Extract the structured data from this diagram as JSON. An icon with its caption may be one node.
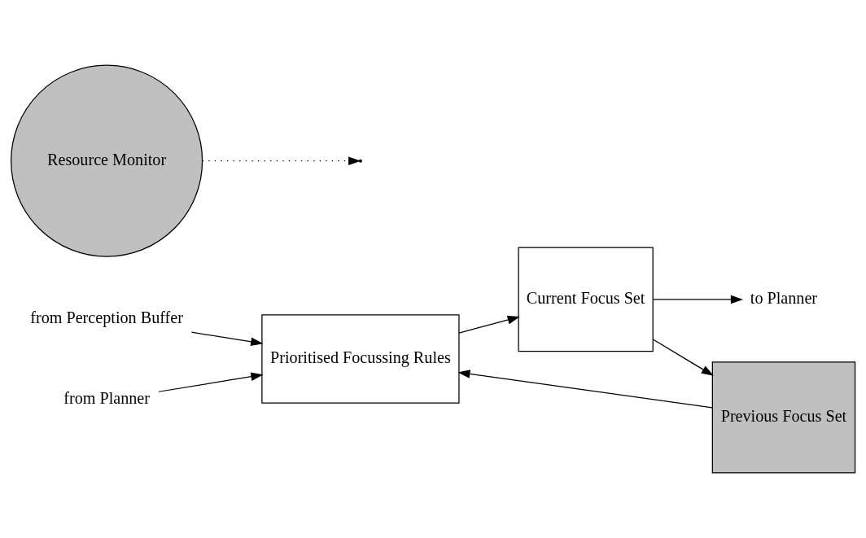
{
  "diagram": {
    "nodes": [
      {
        "text": [
          "from Perception Buffer"
        ]
      },
      {
        "text": [
          "from Planner"
        ]
      },
      {
        "text": [
          "Prioritised Focussing Rules"
        ]
      },
      {
        "text": [
          "Resource Monitor"
        ]
      },
      {
        "text": [
          "Current Focus Set"
        ]
      },
      {
        "text": [
          "to Planner"
        ]
      },
      {
        "text": [
          "Previous Focus Set"
        ]
      }
    ],
    "edges": [
      {
        "from": 0,
        "to": 2,
        "arrow": "to"
      },
      {
        "from": 1,
        "to": 2,
        "arrow": "to"
      },
      {
        "from": 2,
        "to": 4,
        "arrow": "to"
      },
      {
        "from": 3,
        "to": null,
        "arrow": "to",
        "style": "dashed"
      },
      {
        "from": 4,
        "to": 5,
        "arrow": "to"
      },
      {
        "from": 4,
        "to": 6,
        "arrow": "to"
      },
      {
        "from": 6,
        "to": 2,
        "arrow": "to"
      }
    ]
  }
}
